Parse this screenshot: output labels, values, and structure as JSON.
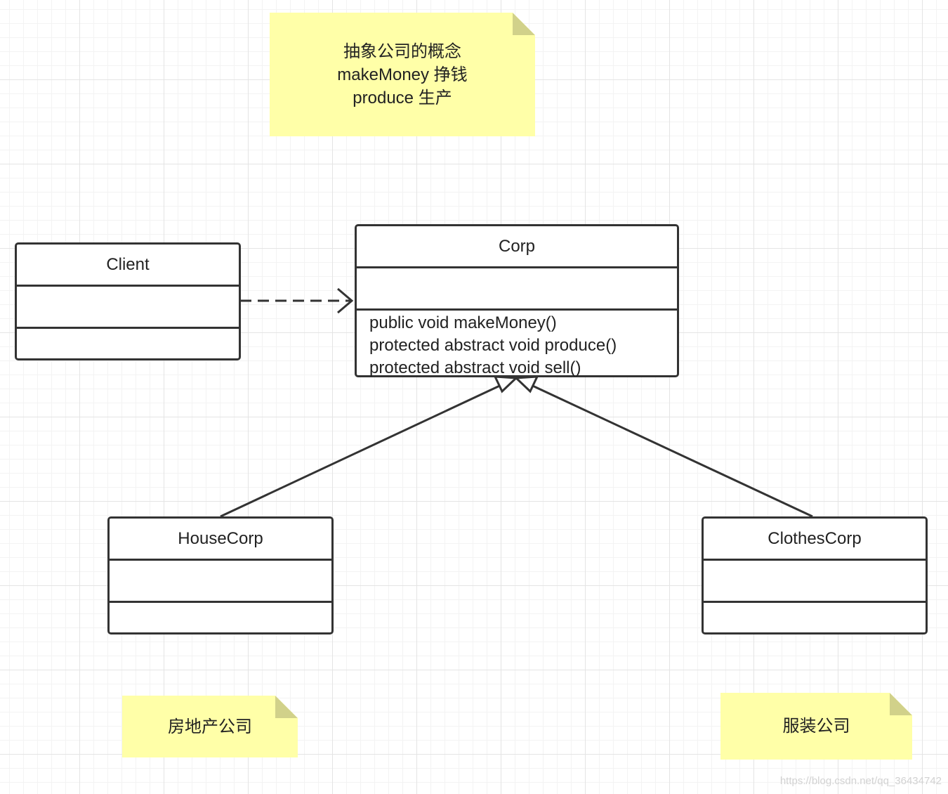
{
  "notes": {
    "concept": [
      "抽象公司的概念",
      "makeMoney 挣钱",
      "produce 生产"
    ],
    "house": "房地产公司",
    "clothes": "服装公司"
  },
  "classes": {
    "client": {
      "name": "Client"
    },
    "corp": {
      "name": "Corp",
      "methods": [
        "public void makeMoney()",
        "protected abstract void produce()",
        "protected abstract void sell()"
      ]
    },
    "house_corp": {
      "name": "HouseCorp"
    },
    "clothes_corp": {
      "name": "ClothesCorp"
    }
  },
  "relations": [
    {
      "from": "Client",
      "to": "Corp",
      "type": "dependency"
    },
    {
      "from": "HouseCorp",
      "to": "Corp",
      "type": "generalization"
    },
    {
      "from": "ClothesCorp",
      "to": "Corp",
      "type": "generalization"
    }
  ],
  "watermark": "https://blog.csdn.net/qq_36434742"
}
